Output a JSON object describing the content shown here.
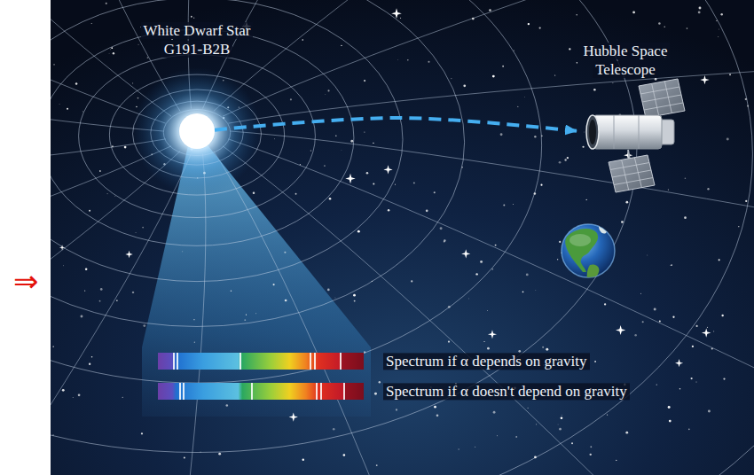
{
  "diagram": {
    "nodes": [
      {
        "text": [
          "White Dwarf Star G191-B2B"
        ]
      },
      {
        "text": [
          "Hubble Space Telescope"
        ]
      },
      {
        "text": [
          "Spectrum if α depends on gravity"
        ]
      },
      {
        "text": [
          "Spectrum if α doesn't depend on gravity"
        ]
      }
    ],
    "edges": [
      {
        "from": 0,
        "to": 1,
        "arrow": "to"
      }
    ],
    "labels": [
      "⇒"
    ]
  }
}
